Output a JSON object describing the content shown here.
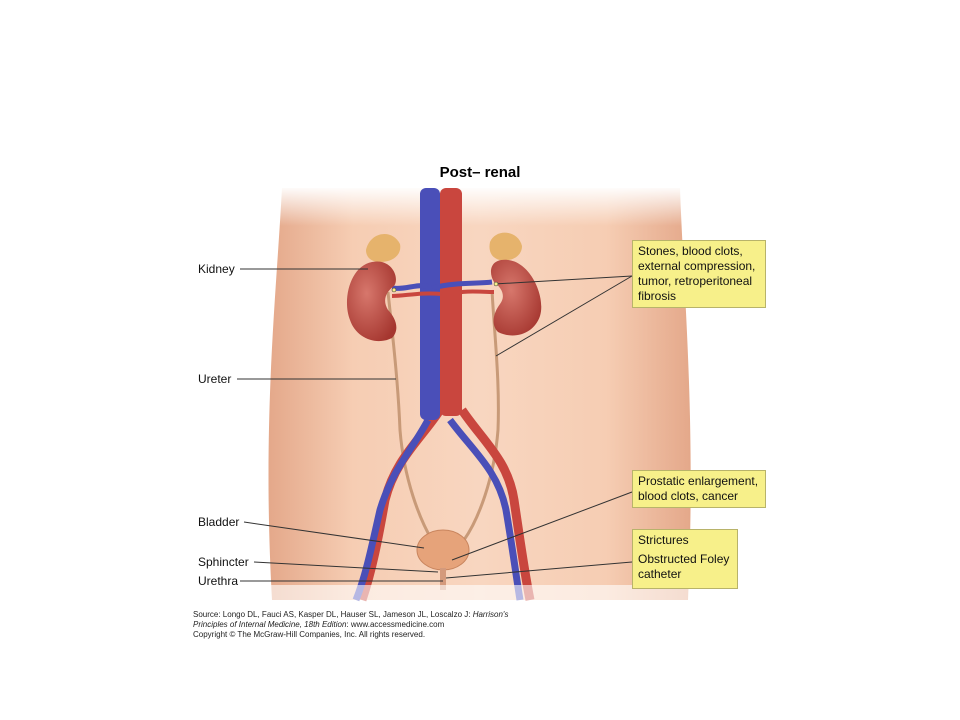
{
  "title": "Post– renal",
  "labels": {
    "kidney": "Kidney",
    "ureter": "Ureter",
    "bladder": "Bladder",
    "sphincter": "Sphincter",
    "urethra": "Urethra"
  },
  "callouts": {
    "upper": [
      "Stones, blood clots,",
      "external compression,",
      "tumor, retroperitoneal",
      "fibrosis"
    ],
    "prostatic": [
      "Prostatic enlargement,",
      "blood clots, cancer"
    ],
    "strictures": "Strictures",
    "foley": [
      "Obstructed Foley",
      "catheter"
    ]
  },
  "source": {
    "line1_prefix": "Source: Longo DL, Fauci AS, Kasper DL, Hauser SL, Jameson JL, Loscalzo J: ",
    "line1_italic": "Harrison's",
    "line2_italic": "Principles of Internal Medicine, 18th Edition",
    "line2_suffix": ": www.accessmedicine.com",
    "line3": "Copyright © The McGraw-Hill Companies, Inc. All rights reserved."
  },
  "colors": {
    "skin": "#f3c2a3",
    "vein": "#4a4fb8",
    "artery": "#c9463e",
    "kidney": "#c7524a",
    "callout_bg": "#f7f08a"
  }
}
